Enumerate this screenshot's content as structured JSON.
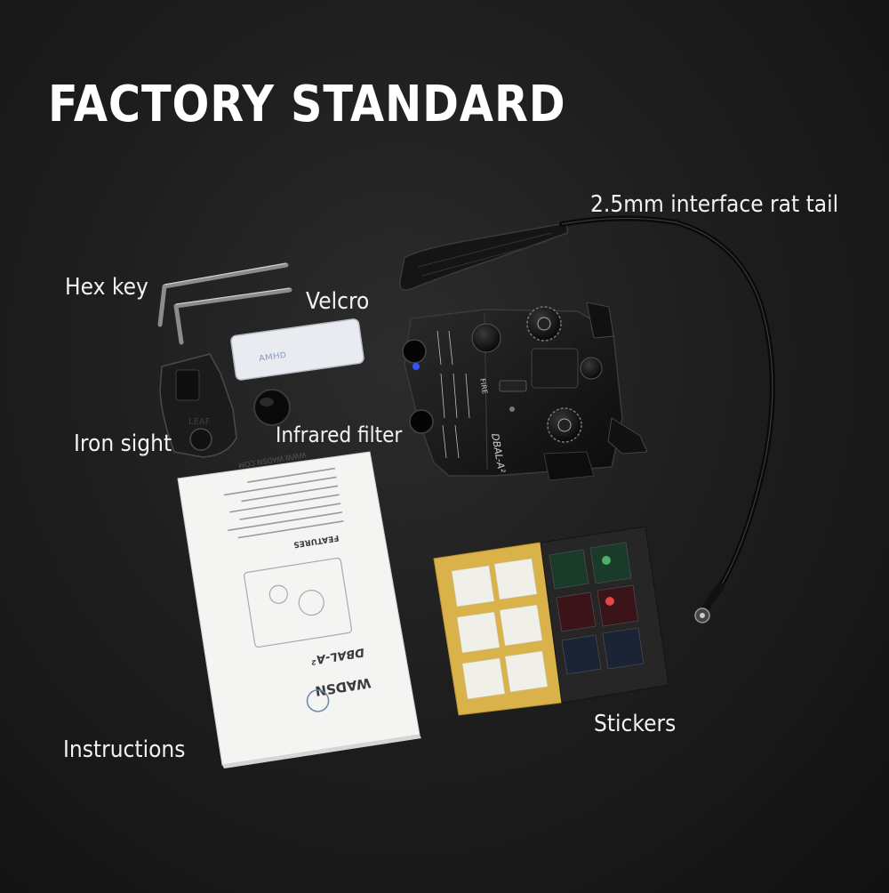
{
  "title": "FACTORY STANDARD",
  "labels": {
    "rat_tail": "2.5mm interface rat tail",
    "hex_key": "Hex key",
    "velcro": "Velcro",
    "iron_sight": "Iron sight",
    "infrared_filter": "Infrared filter",
    "stickers": "Stickers",
    "instructions": "Instructions"
  },
  "device_text": {
    "model": "DBAL-A²",
    "fire": "FIRE"
  },
  "manual": {
    "brand": "WADSN",
    "model": "DBAL-A²",
    "section": "FEATURES",
    "website": "WWW.WADSN.COM"
  },
  "colors": {
    "background": "#1e1e1e",
    "text": "#f2f2f2",
    "sticker_sheet_left": "#d9b24a",
    "sticker_sheet_right": "#262626"
  }
}
